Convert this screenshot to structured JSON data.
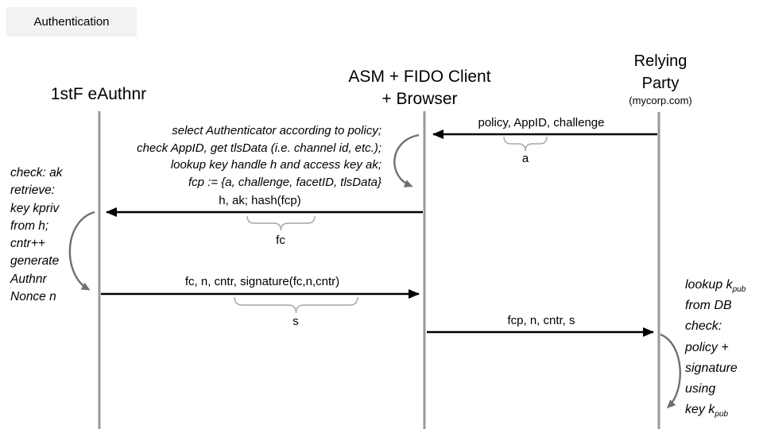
{
  "slide_title": "Authentication",
  "actors": {
    "authenticator": {
      "label": "1stF eAuthnr"
    },
    "client": {
      "label_line1": "ASM + FIDO Client",
      "label_line2": "+ Browser"
    },
    "relying_party": {
      "label_line1": "Relying",
      "label_line2": "Party",
      "subtitle": "(mycorp.com)"
    }
  },
  "messages": {
    "m1": {
      "label": "policy, AppID, challenge",
      "brace": "a",
      "from": "Relying Party",
      "to": "ASM + FIDO Client + Browser"
    },
    "m2": {
      "label": "h, ak; hash(fcp)",
      "brace": "fc",
      "from": "ASM + FIDO Client + Browser",
      "to": "1stF eAuthnr"
    },
    "m3": {
      "label": "fc, n, cntr, signature(fc,n,cntr)",
      "brace": "s",
      "from": "1stF eAuthnr",
      "to": "ASM + FIDO Client + Browser"
    },
    "m4": {
      "label": "fcp, n, cntr, s",
      "from": "ASM + FIDO Client + Browser",
      "to": "Relying Party"
    }
  },
  "notes": {
    "client": {
      "lines": [
        "select Authenticator according to policy;",
        "check AppID, get tlsData (i.e. channel id, etc.);",
        "lookup key handle h and access key ak;",
        "fcp := {a, challenge, facetID, tlsData}"
      ]
    },
    "authenticator": {
      "lines": [
        "check: ak",
        "retrieve:",
        "key kpriv",
        "from h;",
        "cntr++",
        "generate",
        "Authnr",
        "Nonce n"
      ]
    },
    "relying_party": {
      "line1_main": "lookup k",
      "line1_sub": "pub",
      "lines_mid": [
        "from DB",
        "check:",
        "policy +",
        "signature",
        "using"
      ],
      "line7_main": "key k",
      "line7_sub": "pub"
    }
  },
  "colors": {
    "lifeline": "#999999",
    "message_arrow": "#000000",
    "self_loop_arrow": "#707070",
    "brace": "#a6a6a6",
    "title_background": "#f2f2f2"
  }
}
